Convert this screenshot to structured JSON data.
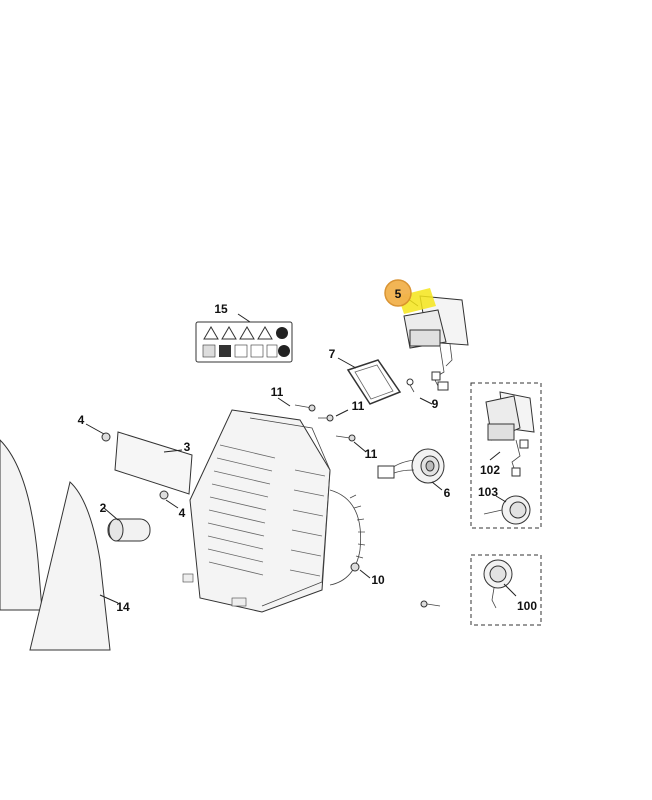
{
  "diagram": {
    "callouts": [
      {
        "id": "c15",
        "text": "15"
      },
      {
        "id": "c5",
        "text": "5"
      },
      {
        "id": "c7",
        "text": "7"
      },
      {
        "id": "c11a",
        "text": "11"
      },
      {
        "id": "c11b",
        "text": "11"
      },
      {
        "id": "c11c",
        "text": "11"
      },
      {
        "id": "c9",
        "text": "9"
      },
      {
        "id": "c4a",
        "text": "4"
      },
      {
        "id": "c3",
        "text": "3"
      },
      {
        "id": "c4b",
        "text": "4"
      },
      {
        "id": "c2",
        "text": "2"
      },
      {
        "id": "c6",
        "text": "6"
      },
      {
        "id": "c10",
        "text": "10"
      },
      {
        "id": "c14",
        "text": "14"
      },
      {
        "id": "c102",
        "text": "102"
      },
      {
        "id": "c103",
        "text": "103"
      },
      {
        "id": "c100",
        "text": "100"
      }
    ],
    "highlight_color": "#f2b24c",
    "highlight_marker_color": "#f4e51a"
  }
}
